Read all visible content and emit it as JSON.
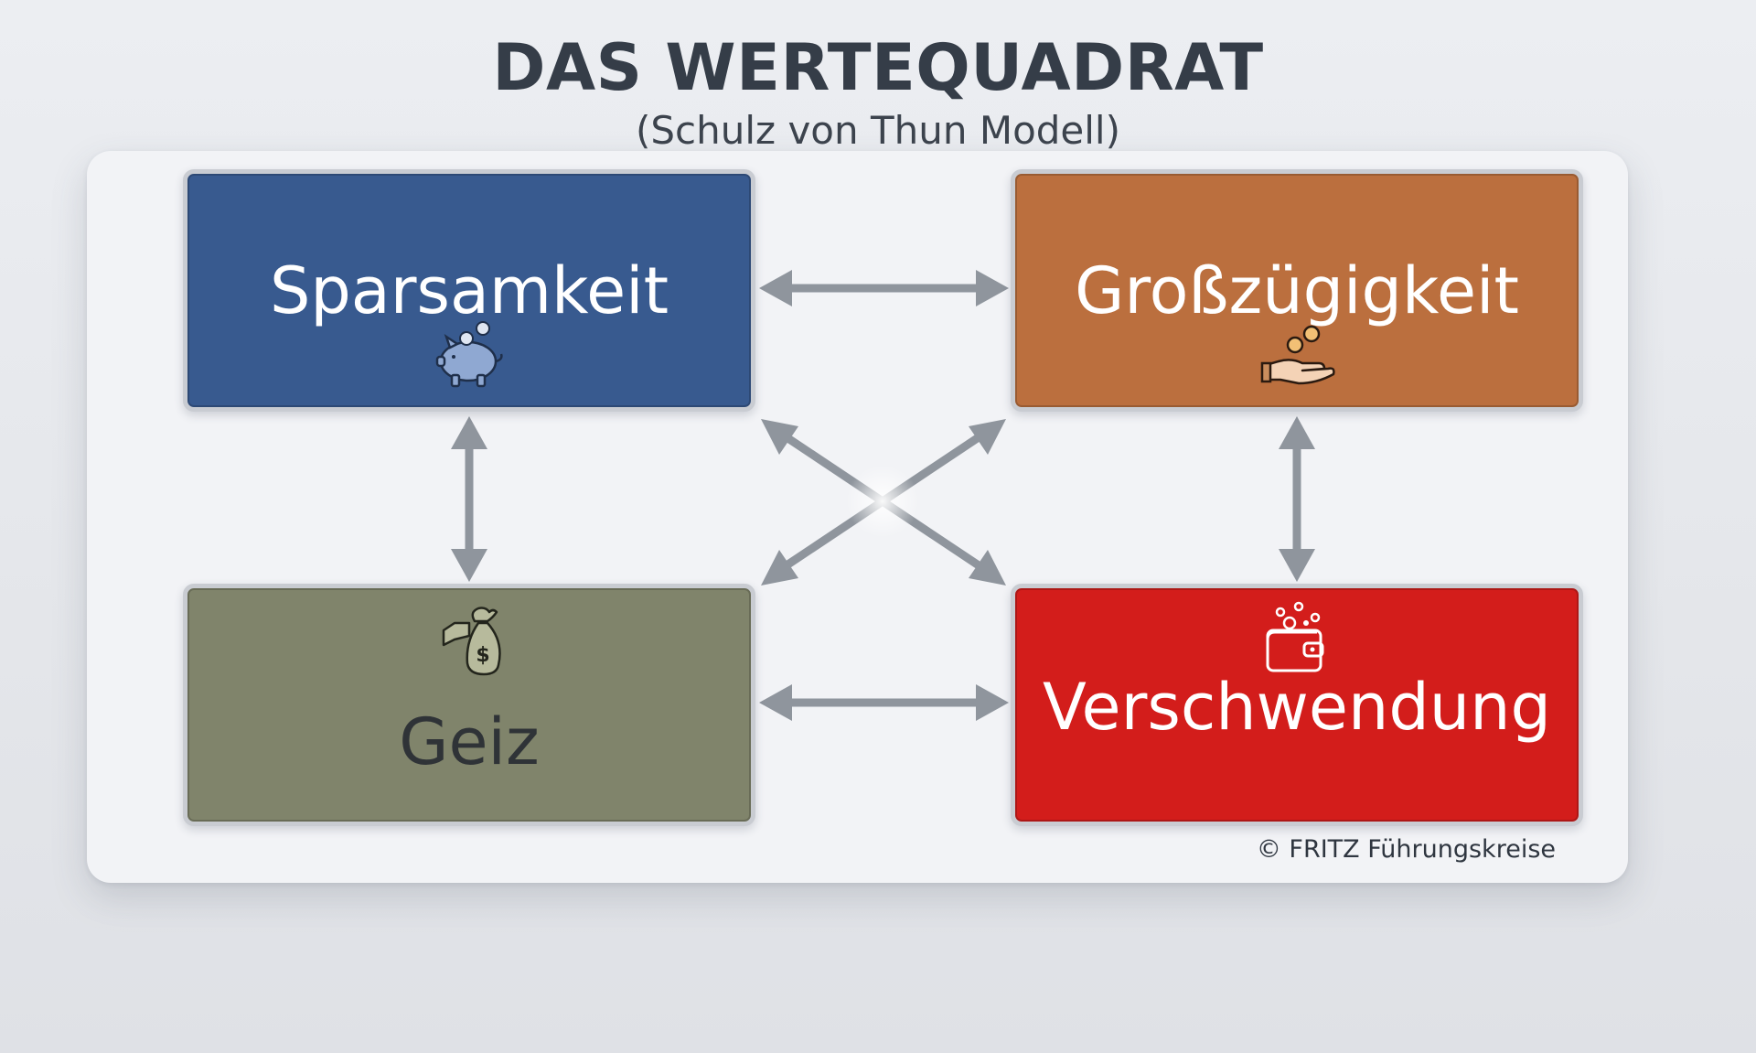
{
  "header": {
    "title": "DAS WERTEQUADRAT",
    "subtitle": "(Schulz von Thun Modell)"
  },
  "quadrants": {
    "top_left": {
      "label": "Sparsamkeit",
      "icon": "piggy-bank-icon",
      "color": "#385a8f"
    },
    "top_right": {
      "label": "Großzügigkeit",
      "icon": "giving-hand-coins-icon",
      "color": "#bb6f3e"
    },
    "bottom_left": {
      "label": "Geiz",
      "icon": "hand-money-bag-icon",
      "color": "#80846b"
    },
    "bottom_right": {
      "label": "Verschwendung",
      "icon": "wallet-coins-icon",
      "color": "#d31d1b"
    }
  },
  "arrow_color": "#8f959d",
  "footer": {
    "copyright": "© FRITZ Führungskreise"
  }
}
